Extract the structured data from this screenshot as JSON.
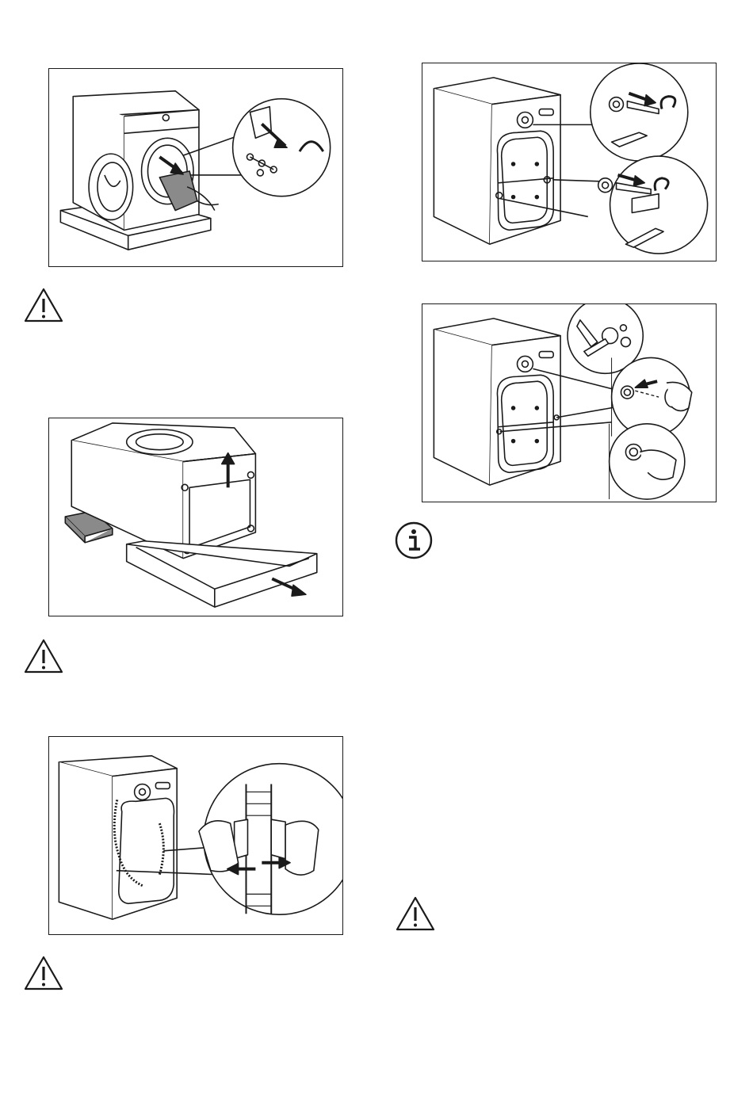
{
  "page": {
    "figures": [
      {
        "name": "figure-remove-bag-from-drum",
        "content": "remove-bag-illustration"
      },
      {
        "name": "figure-lift-machine-off-base",
        "content": "base-removal-illustration"
      },
      {
        "name": "figure-release-hose-clips",
        "content": "hose-clip-illustration"
      },
      {
        "name": "figure-remove-transit-bolts",
        "content": "transit-bolt-illustration"
      },
      {
        "name": "figure-insert-plastic-caps",
        "content": "plastic-cap-illustration"
      }
    ],
    "notices": [
      {
        "name": "warning-icon",
        "type": "warning"
      },
      {
        "name": "warning-icon",
        "type": "warning"
      },
      {
        "name": "warning-icon",
        "type": "warning"
      },
      {
        "name": "info-icon",
        "type": "information"
      },
      {
        "name": "warning-icon",
        "type": "warning"
      }
    ]
  },
  "colors": {
    "line": "#1a1a1a",
    "shade": "#8a8a8a",
    "background": "#ffffff"
  }
}
